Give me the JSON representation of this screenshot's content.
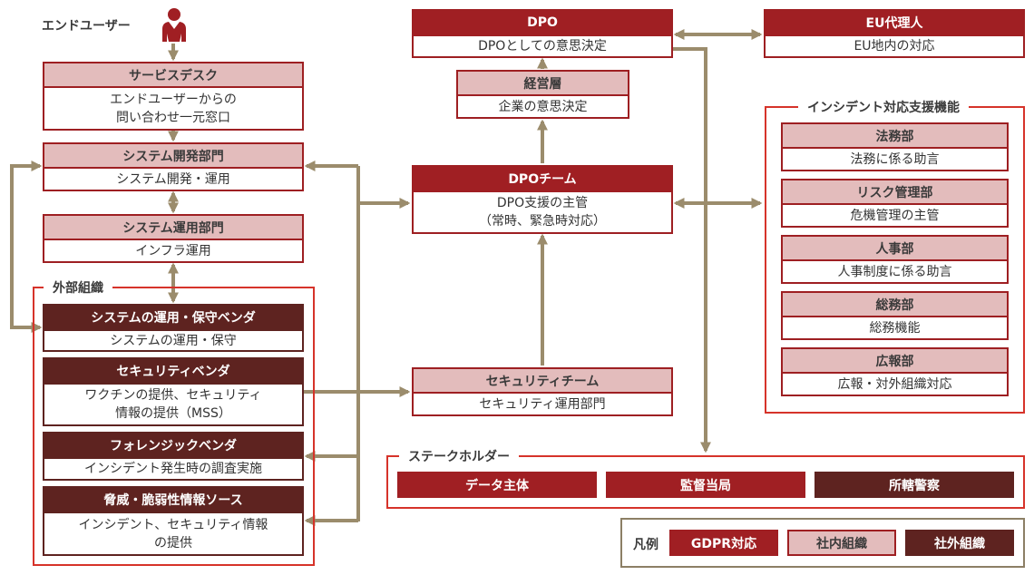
{
  "colors": {
    "gdpr": "#a01f23",
    "internal": "#e3bcbc",
    "external": "#5e2320",
    "group_border": "#d6332a",
    "arrow": "#9b8c6c",
    "legend_border": "#8c7f65"
  },
  "end_user": {
    "label": "エンドユーザー",
    "icon": "person-icon"
  },
  "left_column": {
    "service_desk": {
      "title": "サービスデスク",
      "desc": [
        "エンドユーザーからの",
        "問い合わせ一元窓口"
      ]
    },
    "sys_dev": {
      "title": "システム開発部門",
      "desc": [
        "システム開発・運用"
      ]
    },
    "sys_ops": {
      "title": "システム運用部門",
      "desc": [
        "インフラ運用"
      ]
    }
  },
  "external_group": {
    "title": "外部組織",
    "items": [
      {
        "title": "システムの運用・保守ベンダ",
        "desc": [
          "システムの運用・保守"
        ]
      },
      {
        "title": "セキュリティベンダ",
        "desc": [
          "ワクチンの提供、セキュリティ",
          "情報の提供（MSS）"
        ]
      },
      {
        "title": "フォレンジックベンダ",
        "desc": [
          "インシデント発生時の調査実施"
        ]
      },
      {
        "title": "脅威・脆弱性情報ソース",
        "desc": [
          "インシデント、セキュリティ情報",
          "の提供"
        ]
      }
    ]
  },
  "center": {
    "dpo": {
      "title": "DPO",
      "desc": [
        "DPOとしての意思決定"
      ]
    },
    "management": {
      "title": "経営層",
      "desc": [
        "企業の意思決定"
      ]
    },
    "dpo_team": {
      "title": "DPOチーム",
      "desc": [
        "DPO支援の主管",
        "（常時、緊急時対応）"
      ]
    },
    "security_team": {
      "title": "セキュリティチーム",
      "desc": [
        "セキュリティ運用部門"
      ]
    }
  },
  "eu_rep": {
    "title": "EU代理人",
    "desc": [
      "EU地内の対応"
    ]
  },
  "incident_group": {
    "title": "インシデント対応支援機能",
    "items": [
      {
        "title": "法務部",
        "desc": [
          "法務に係る助言"
        ]
      },
      {
        "title": "リスク管理部",
        "desc": [
          "危機管理の主管"
        ]
      },
      {
        "title": "人事部",
        "desc": [
          "人事制度に係る助言"
        ]
      },
      {
        "title": "総務部",
        "desc": [
          "総務機能"
        ]
      },
      {
        "title": "広報部",
        "desc": [
          "広報・対外組織対応"
        ]
      }
    ]
  },
  "stakeholders": {
    "title": "ステークホルダー",
    "items": [
      {
        "label": "データ主体",
        "kind": "gdpr"
      },
      {
        "label": "監督当局",
        "kind": "gdpr"
      },
      {
        "label": "所轄警察",
        "kind": "external"
      }
    ]
  },
  "legend": {
    "label": "凡例",
    "items": [
      {
        "label": "GDPR対応",
        "kind": "gdpr"
      },
      {
        "label": "社内組織",
        "kind": "internal"
      },
      {
        "label": "社外組織",
        "kind": "external"
      }
    ]
  }
}
